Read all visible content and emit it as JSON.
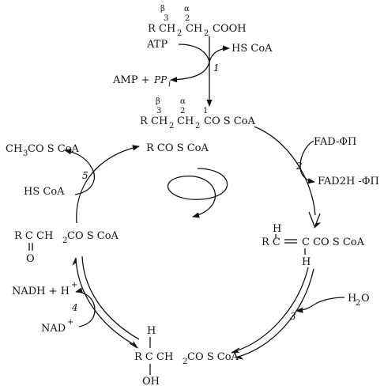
{
  "top_acid": {
    "markers": {
      "beta": "β",
      "num3": "3",
      "alpha": "α",
      "num2": "2"
    },
    "r": "R",
    "ch2a": "CH",
    "sub_a": "2",
    "ch2b": "CH",
    "sub_b": "2",
    "cooh": "COOH"
  },
  "activation": {
    "atp": "ATP",
    "hscoa": "HS CoA",
    "amp": "AMP + ",
    "pp": "PP",
    "pp_sub": "i",
    "step": "1"
  },
  "acyl_coa": {
    "markers": {
      "beta": "β",
      "num3": "3",
      "alpha": "α",
      "num2": "2",
      "num1": "1"
    },
    "r": "R",
    "ch2a": "CH",
    "sub_a": "2",
    "ch2b": "CH",
    "sub_b": "2",
    "cos": "CO S CoA"
  },
  "step2": {
    "fad": "FAD-ΦΠ",
    "fadh": "FAD2H  -ΦΠ",
    "step": "2"
  },
  "enoyl": {
    "h_top": "H",
    "rc": "R C",
    "eq": "=",
    "c_rest": "C CO S CoA",
    "h_bottom": "H"
  },
  "step3": {
    "water": "H",
    "water_sub": "2",
    "water_o": "O",
    "step": "3"
  },
  "hydroxy": {
    "h_top": "H",
    "main": "R C   CH",
    "sub": "2",
    "rest": " CO S CoA",
    "oh": "OH"
  },
  "step4": {
    "nadh": "NADH + H",
    "nadh_sup": "+",
    "nad": "NAD",
    "nad_sup": "+",
    "step": "4"
  },
  "keto": {
    "main": "R C   CH",
    "sub": "2",
    "rest": " CO S CoA",
    "o": "O"
  },
  "step5": {
    "acetyl": "CH",
    "acetyl_sub": "3",
    "acetyl_rest": " CO S CoA",
    "hscoa": "HS CoA",
    "step": "5"
  },
  "shortened": {
    "label": "R CO S CoA"
  }
}
